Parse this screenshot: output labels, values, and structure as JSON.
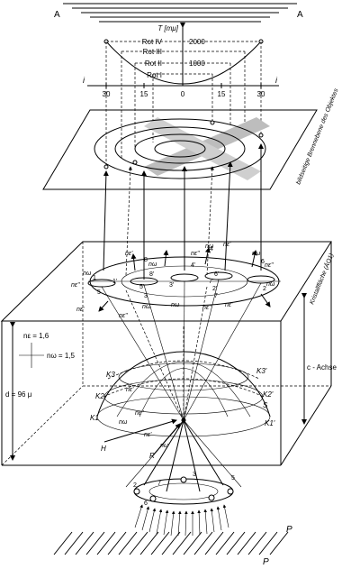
{
  "top_labels": {
    "left": "A",
    "right": "A"
  },
  "curve_chart": {
    "y_axis_label": "T [mμ]",
    "order_labels": [
      "Rot IV",
      "Rot III",
      "Rot II",
      "Rot I"
    ],
    "order_values": [
      "2000",
      "1000"
    ],
    "x_end_labels": [
      "i",
      "i"
    ],
    "x_ticks": [
      "30",
      "15",
      "0",
      "15",
      "30"
    ]
  },
  "focal_plane_label": "bildseitige Brennebene des Objektes",
  "crystal": {
    "face_label": "Kristallfläche (ĀO1)",
    "c_axis_label": "c - Achse",
    "thickness_label": "d = 96 μ",
    "index_e": "nε = 1,6",
    "index_o": "nω = 1,5"
  },
  "wave_labels": [
    "nε'",
    "nω",
    "nε''",
    "nω",
    "nε'",
    "nε''",
    "nω",
    "nε'",
    "nω",
    "nε''",
    "nω",
    "nε'",
    "nε''",
    "nω",
    "nω",
    "nε''"
  ],
  "sphere_labels": [
    "K3",
    "K2",
    "K1",
    "K3'",
    "K2'",
    "K1'",
    "H",
    "R",
    "S",
    "nε'",
    "nε''",
    "nω",
    "nε'",
    "nω"
  ],
  "point_numbers": [
    "1",
    "2",
    "3",
    "4",
    "5",
    "6",
    "7",
    "8",
    "1'",
    "2'",
    "3'",
    "4'",
    "5'",
    "6'",
    "7'",
    "8'"
  ],
  "bottom_labels": {
    "p_upper": "P",
    "p_lower": "P"
  }
}
